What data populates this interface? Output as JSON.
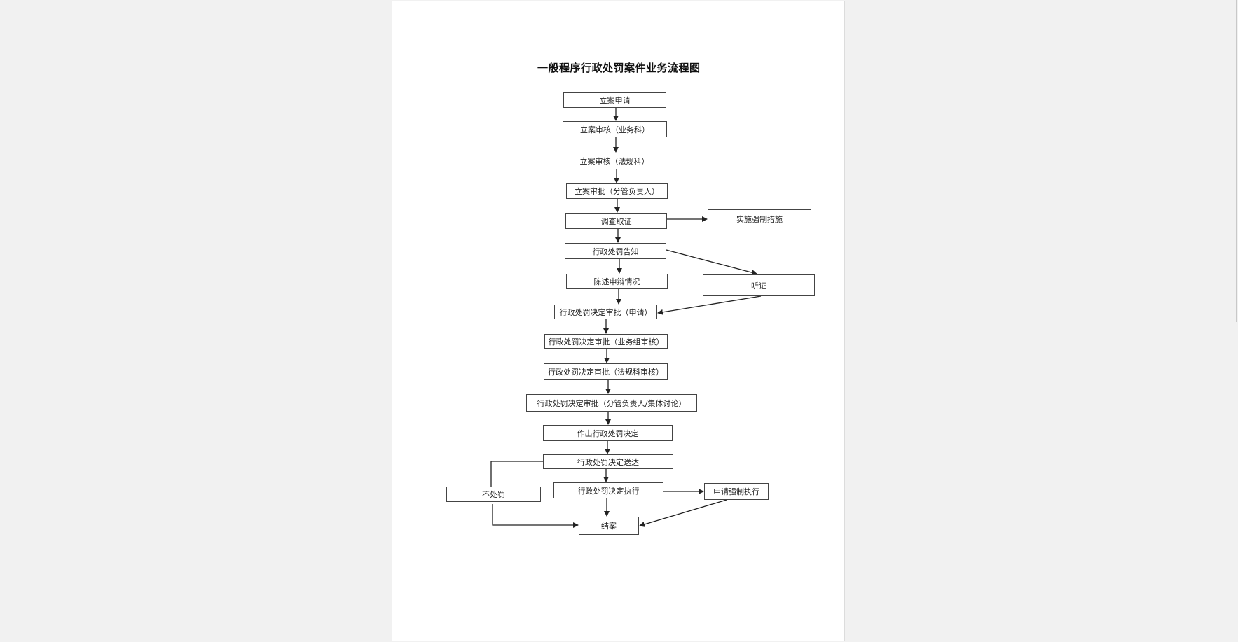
{
  "document": {
    "title": "一般程序行政处罚案件业务流程图"
  },
  "nodes": {
    "n1": "立案申请",
    "n2": "立案审核（业务科）",
    "n3": "立案审核（法规科）",
    "n4": "立案审批（分管负责人）",
    "n5": "调查取证",
    "n5b": "实施强制措施",
    "n6": "行政处罚告知",
    "n7": "陈述申辩情况",
    "n7b": "听证",
    "n8": "行政处罚决定审批（申请）",
    "n9": "行政处罚决定审批（业务组审核）",
    "n10": "行政处罚决定审批（法规科审核）",
    "n11": "行政处罚决定审批（分管负责人/集体讨论）",
    "n12": "作出行政处罚决定",
    "n13": "行政处罚决定送达",
    "n14": "行政处罚决定执行",
    "n14b": "申请强制执行",
    "n14c": "不处罚",
    "n15": "结案"
  },
  "colors": {
    "line": "#222222",
    "border": "#444444",
    "background": "#f1f1f1"
  }
}
